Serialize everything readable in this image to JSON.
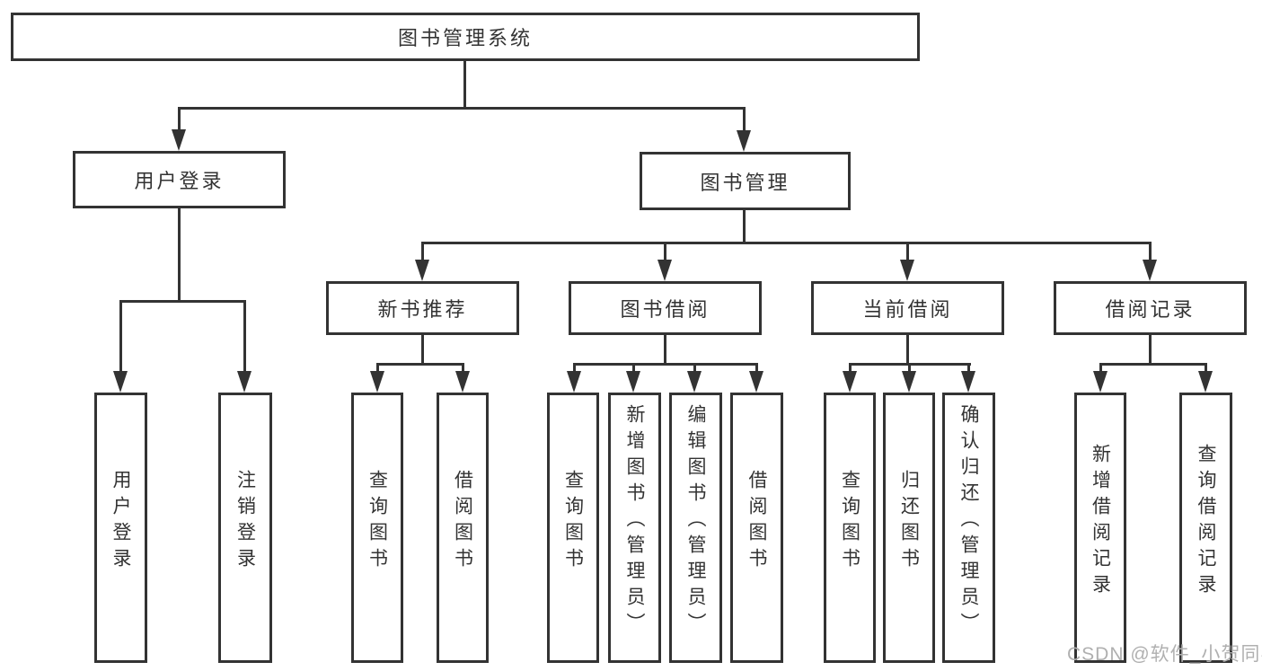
{
  "colors": {
    "line": "#333333",
    "box_border": "#333333",
    "box_background": "#ffffff",
    "text": "#333333",
    "watermark": "#b0b0b0",
    "background": "#ffffff"
  },
  "watermark": {
    "text": "CSDN @软件_小贺同学"
  },
  "tree": {
    "root": {
      "label": "图书管理系统"
    },
    "branches": [
      {
        "label": "用户登录",
        "children": [
          {
            "label": "用户登录"
          },
          {
            "label": "注销登录"
          }
        ]
      },
      {
        "label": "图书管理",
        "children": [
          {
            "label": "新书推荐",
            "children": [
              {
                "label": "查询图书"
              },
              {
                "label": "借阅图书"
              }
            ]
          },
          {
            "label": "图书借阅",
            "children": [
              {
                "label": "查询图书"
              },
              {
                "label": "新增图书（管理员）"
              },
              {
                "label": "编辑图书（管理员）"
              },
              {
                "label": "借阅图书"
              }
            ]
          },
          {
            "label": "当前借阅",
            "children": [
              {
                "label": "查询图书"
              },
              {
                "label": "归还图书"
              },
              {
                "label": "确认归还（管理员）"
              }
            ]
          },
          {
            "label": "借阅记录",
            "children": [
              {
                "label": "新增借阅记录"
              },
              {
                "label": "查询借阅记录"
              }
            ]
          }
        ]
      }
    ]
  }
}
